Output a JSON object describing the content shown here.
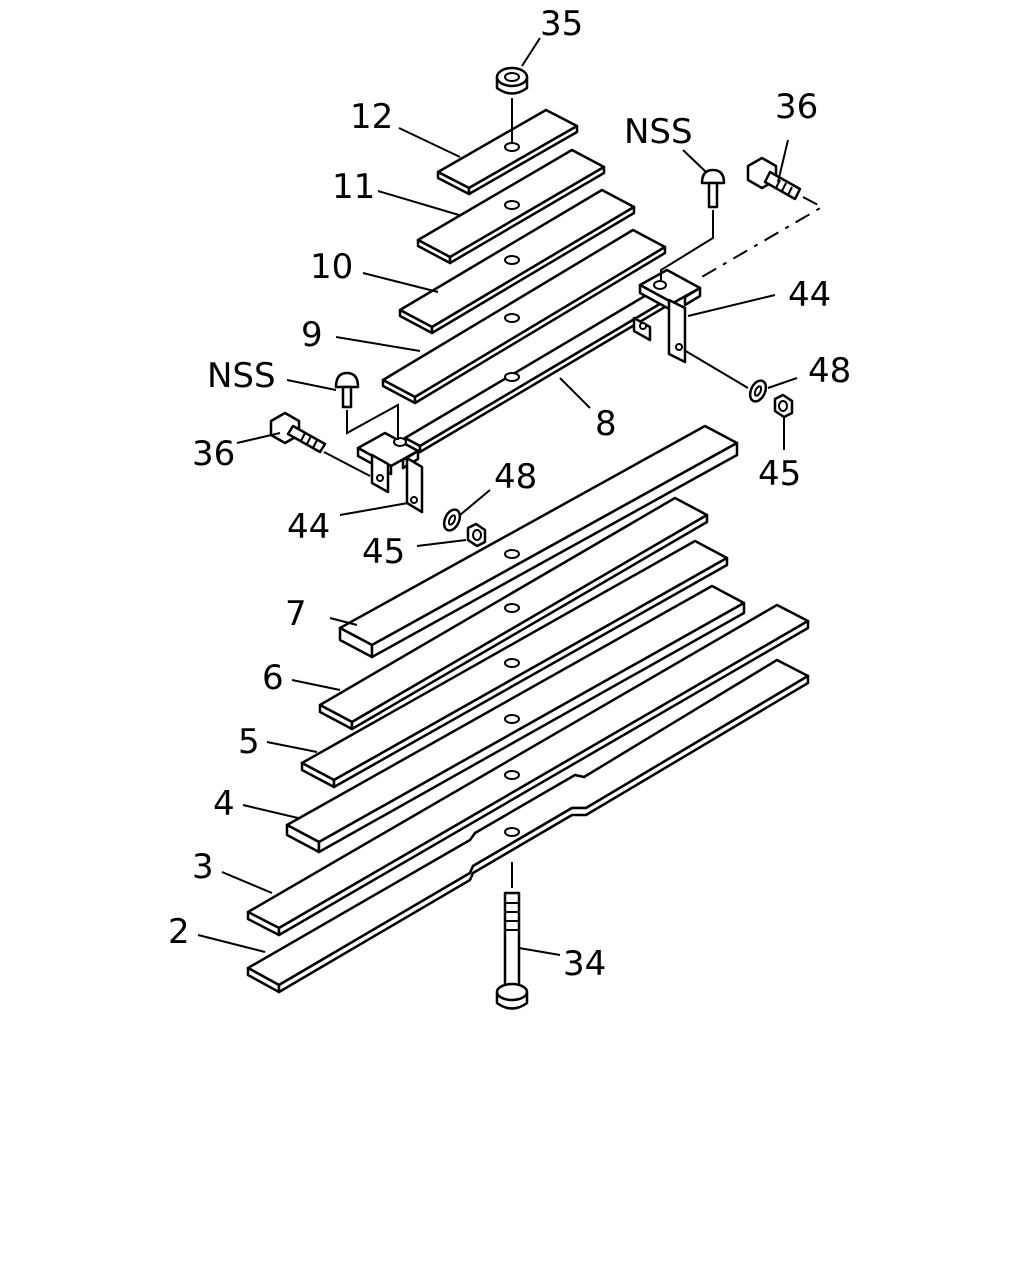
{
  "diagram": {
    "callouts": {
      "c35": "35",
      "c12": "12",
      "c11": "11",
      "c10": "10",
      "c9": "9",
      "c8": "8",
      "c7": "7",
      "c6": "6",
      "c5": "5",
      "c4": "4",
      "c3": "3",
      "c2": "2",
      "c34": "34",
      "c36_right": "36",
      "c36_left": "36",
      "nss_right": "NSS",
      "nss_left": "NSS",
      "c44_right": "44",
      "c44_left": "44",
      "c48_right": "48",
      "c48_left": "48",
      "c45_right": "45",
      "c45_left": "45"
    }
  }
}
